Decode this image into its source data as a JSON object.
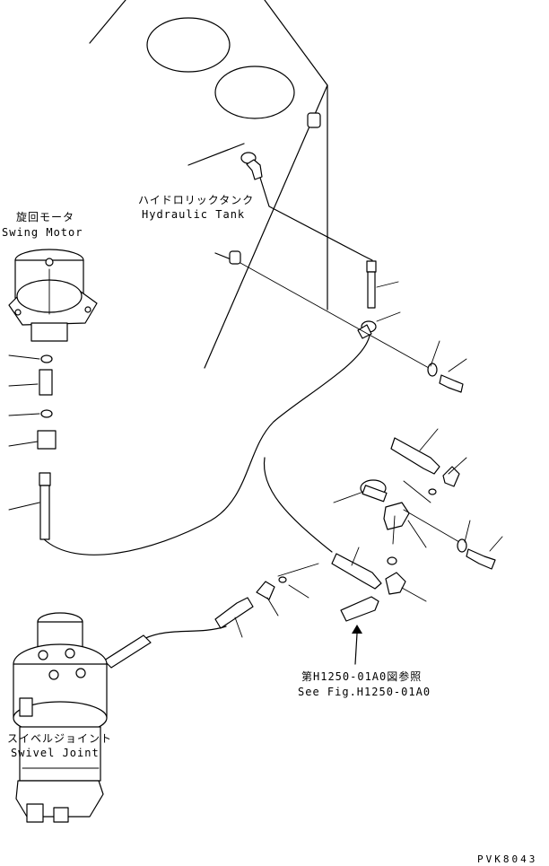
{
  "labels": {
    "hydraulic_tank_jp": "ハイドロリックタンク",
    "hydraulic_tank_en": "Hydraulic Tank",
    "swing_motor_jp": "旋回モータ",
    "swing_motor_en": "Swing Motor",
    "swivel_joint_jp": "スイベルジョイント",
    "swivel_joint_en": "Swivel Joint",
    "see_fig_jp": "第H1250-01A0図参照",
    "see_fig_en": "See Fig.H1250-01A0",
    "drawing_code": "PVK8043"
  }
}
